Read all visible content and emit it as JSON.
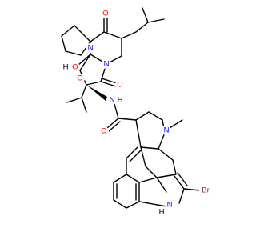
{
  "labels": {
    "o_ring_ketone": "O",
    "o_hydroxyl": "O",
    "h_hydroxyl": "H",
    "n_lactam": "N",
    "n_amide_ring": "N",
    "o_oxazolidine": "O",
    "o_lactam": "O",
    "n_amide": "N",
    "h_amide": "H",
    "o_carboxamide": "O",
    "n_methyl": "N",
    "br": "Br",
    "n_indole": "N",
    "h_indole": "H"
  },
  "colors": {
    "bond": "#000000",
    "oxygen": "#ff0000",
    "nitrogen": "#0000ff",
    "bromine": "#a52a2a",
    "hydrogen_on_heteroatom": "#000000"
  }
}
